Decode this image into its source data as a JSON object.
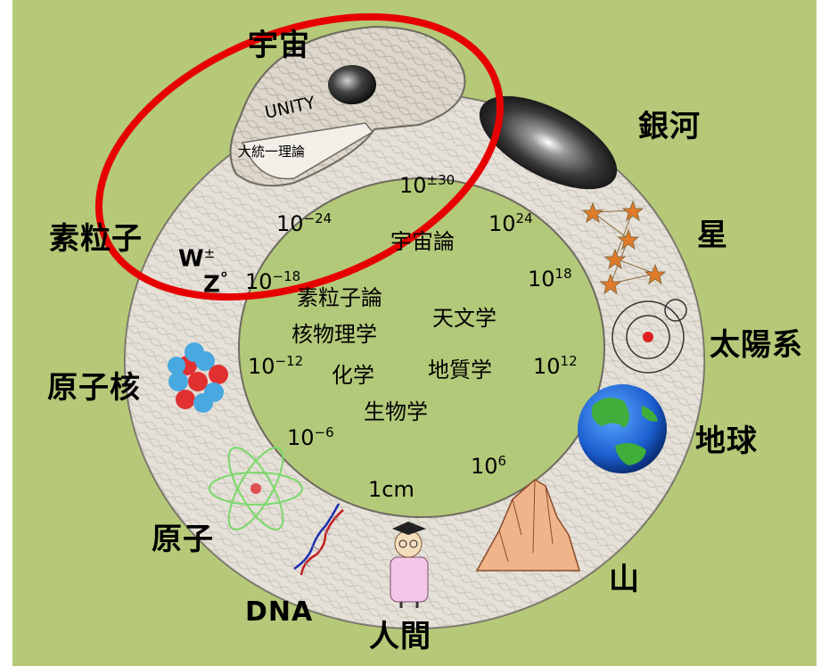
{
  "labels": {
    "uchu": "宇宙",
    "ginga": "銀河",
    "hoshi": "星",
    "taiyoukei": "太陽系",
    "chikyuu": "地球",
    "yama": "山",
    "ningen": "人間",
    "dna": "DNA",
    "genshi": "原子",
    "genshikaku": "原子核",
    "soryuushi": "素粒子",
    "unity": "UNITY",
    "daitouitsu": "大統一理論",
    "w_boson": "W",
    "w_sup": "±",
    "z_boson": "Z",
    "z_sup": "°"
  },
  "inner_fields": {
    "uchuuron": "宇宙論",
    "soryuushiron": "素粒子論",
    "tenmongaku": "天文学",
    "kakubutsurigaku": "核物理学",
    "kagaku": "化学",
    "chishitsugaku": "地質学",
    "seibutsugaku": "生物学"
  },
  "scales": {
    "base": "10",
    "p30": "±30",
    "m24": "−24",
    "p24": "24",
    "m18": "−18",
    "p18": "18",
    "m12": "−12",
    "p12": "12",
    "m6": "−6",
    "p6": "6",
    "cm": "1cm"
  },
  "colors": {
    "background": "#b5c978",
    "snake_body": "#d8d2c7",
    "inner_disc": "#b3c97a",
    "highlight_ring": "#e60000"
  },
  "icons": [
    "black-hole-icon",
    "galaxy-icon",
    "constellation-icon",
    "solar-system-icon",
    "earth-icon",
    "mountain-icon",
    "scientist-icon",
    "dna-helix-icon",
    "atom-icon",
    "nucleus-icon"
  ]
}
